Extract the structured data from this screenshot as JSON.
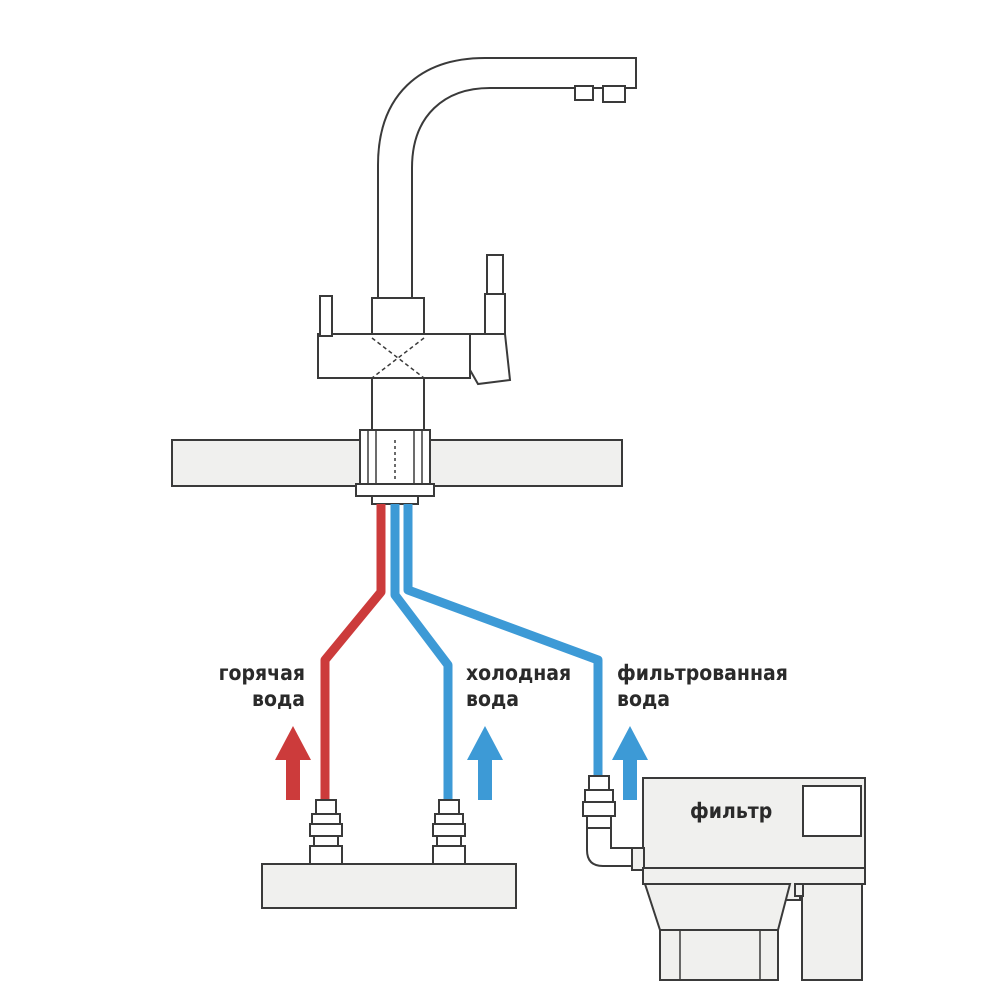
{
  "labels": {
    "hot_line1": "горячая",
    "hot_line2": "вода",
    "cold_line1": "холодная",
    "cold_line2": "вода",
    "filtered_line1": "фильтрованная",
    "filtered_line2": "вода",
    "filter": "фильтр"
  },
  "colors": {
    "hot": "#cc3b3b",
    "cold": "#3d9ad6",
    "outline": "#3a3a3a",
    "fill": "#f0f0ee"
  }
}
